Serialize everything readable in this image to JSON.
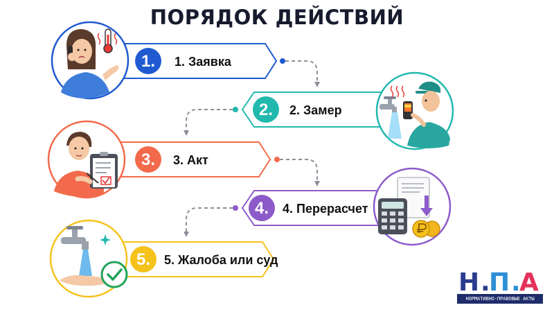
{
  "title": "ПОРЯДОК ДЕЙСТВИЙ",
  "colors": {
    "step1": "#1f5ad1",
    "step2": "#22b8ad",
    "step3": "#f26a4b",
    "step4": "#8d5bc9",
    "step5": "#f5c21b"
  },
  "steps": [
    {
      "number": "1.",
      "label": "1. Заявка",
      "icon": "person-phone-thermometer-illustration"
    },
    {
      "number": "2.",
      "label": "2. Замер",
      "icon": "technician-measuring-water-illustration"
    },
    {
      "number": "3.",
      "label": "3. Акт",
      "icon": "person-signing-act-illustration"
    },
    {
      "number": "4.",
      "label": "4. Перерасчет",
      "icon": "calculator-document-ruble-illustration"
    },
    {
      "number": "5.",
      "label": "5. Жалоба или суд",
      "icon": "faucet-hand-check-illustration"
    }
  ],
  "logo": {
    "letters": [
      "Н",
      "П",
      "А"
    ],
    "caption": "НОРМАТИВНО-ПРАВОВЫЕ АКТЫ",
    "colors": [
      "#2a3c8f",
      "#2e8fd6",
      "#e5315b"
    ]
  }
}
